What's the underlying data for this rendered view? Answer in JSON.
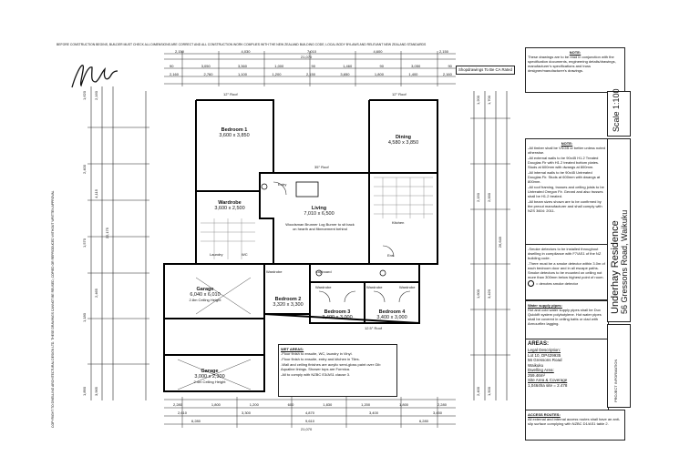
{
  "header_text": "BEFORE CONSTRUCTION BEGINS, BUILDER MUST CHECK ALL DIMENSIONS ARE CORRECT AND ALL CONSTRUCTION WORK COMPLIES WITH THE NEW ZEALAND BUILDING CODE, LOCAL BODY BYLAWS AND RELEVANT NEW ZEALAND STANDARDS",
  "left_copyright_text": "COPYRIGHT TO DWELLING ARCHITECTURAL DESIGN LTD. THESE DRAWINGS CANNOT BE REUSED, COPIED OR REPRODUCED WITHOUT WRITTEN APPROVAL",
  "signature_text": "Wall",
  "shop_drawing_text": "Shopdrawings To Be CA Rated",
  "notes_top": {
    "title": "NOTE:",
    "text": "These drawings are to be read in conjunction with the specification documents, engineering details/drawings, manufacturer's specifications and truss designer/manufacturer's drawings."
  },
  "scale_text": "Scale 1:100",
  "title_block": {
    "project": "Underhay Residence",
    "address": "56 Gressons Road, Waikuku",
    "info_label": "PROJECT INFORMATION"
  },
  "notes_main": {
    "title": "NOTE:",
    "items": [
      "-All timber shall be VSGB or better unless noted otherwise.",
      "-All external walls to be 90x45 H1.2 Treated Douglas Fir with H1.2 treated bottom plates. Studs at 600mm with dwangs at 800mm.",
      "-All internal walls to be 90x45 Untreated Douglas Fir. Studs at 600mm with dwangs at 800mm.",
      "-All roof framing, trusses and ceiling joists to be Untreated Oregon Fir. Gerard and also trusses shall be H1.2 treated.",
      "-All beam sizes shown are to be confirmed by the precut manufacturer and shall comply with NZS 3604: 2011."
    ]
  },
  "notes_smoke": {
    "items": [
      "-Smoke detectors to be installed throughout dwelling in compliance with F7/AS1 of the NZ building code.",
      "-There must be a smoke detector within 3.0m of each bedroom door and in all escape paths. Smoke detectors to be mounted on ceiling not more than 300mm below highest point of room."
    ],
    "legend": "= denotes smoke detector"
  },
  "water_supply": {
    "title": "Water supply pipes:",
    "text": "Hot and cold water supply pipes shall be Dux Quickfit system polybutylene. Hot water pipes shall be covered in ceiling batts or clad with Armourflex lagging."
  },
  "areas": {
    "title": "AREAS:",
    "legal_title": "Legal Description:",
    "legal_lines": [
      "Lot 10, DP429935",
      "56 Gressons Road",
      "Waikuku"
    ],
    "dwelling_title": "Dwelling Area:",
    "dwelling_value": "259.46m²",
    "site_title": "Site Area & Coverage",
    "site_value": "1,0464ha site = 2.478"
  },
  "wet_areas": {
    "title": "WET AREAS:",
    "items": [
      "-Floor finish to ensuite, WC, laundry in Vinyl.",
      "-Floor finish to ensuite, entry and kitchen in Tiles.",
      "-Wall and ceiling finishes are acrylic semi-gloss paint over Gib Aqualine linings. Shower tops are Formica.",
      "-All to comply with NZBC E3/AS1 clause 3."
    ]
  },
  "access_routes": {
    "title": "ACCESS ROUTES:",
    "text": "All external and internal access routes shall have an anti-slip surface complying with NZBC D1/AS1 table 2."
  },
  "rooms": {
    "bedroom1": {
      "name": "Bedroom 1",
      "dims": "3,600 x 3,850"
    },
    "dining": {
      "name": "Dining",
      "dims": "4,580 x 3,850"
    },
    "wardrobe": {
      "name": "Wardrobe",
      "dims": "3,600 x 2,500"
    },
    "living": {
      "name": "Living",
      "dims": "7,010 x 6,500"
    },
    "woodsman": "Woodsman Brunner Log Burner to sit back on hearth and fibrecement behind",
    "garage": {
      "name": "Garage",
      "dims": "6,040 x 6,010",
      "sub": "2.8m Ceiling Height"
    },
    "garage2": {
      "name": "Garage",
      "dims": "3,000 x 2,300",
      "sub": "2.4m Ceiling Height"
    },
    "bedroom2": {
      "name": "Bedroom 2",
      "dims": "3,320 x 3,300"
    },
    "bedroom3": {
      "name": "Bedroom 3",
      "dims": "3,400 x 3,000"
    },
    "bedroom4": {
      "name": "Bedroom 4",
      "dims": "3,400 x 3,000"
    },
    "roof_labels": [
      "12° Roof",
      "12° Roof",
      "35° Roof",
      "12.5° Roof"
    ],
    "small_labels": [
      "Cupboard",
      "Wardrobe",
      "Wardrobe",
      "Wardrobe",
      "Wardrobe",
      "Entry",
      "Laundry",
      "WC",
      "Ens",
      "Kitchen"
    ]
  },
  "dims": {
    "top_row1": [
      "2,150",
      "4,030",
      "7,010",
      "4,600",
      "2,150"
    ],
    "top_row2": [
      "90",
      "3,050",
      "3,360",
      "1,000",
      "90",
      "1,460",
      "90",
      "3,050",
      "90"
    ],
    "top_row3": [
      "2,160",
      "2,760",
      "1,100",
      "1,200",
      "2,150",
      "3,650",
      "1,800",
      "1,400",
      "2,160"
    ],
    "top_total": "21,070",
    "bottom_row1": [
      "2,280",
      "1,800",
      "1,200",
      "600",
      "1,830",
      "1,200",
      "1,800",
      "2,280"
    ],
    "bottom_row2": [
      "2,610",
      "3,300",
      "4,870",
      "3,400",
      "3,450"
    ],
    "bottom_row3": [
      "6,280",
      "9,610",
      "6,280"
    ],
    "bottom_total": "21,070",
    "left_vals": [
      "1,620",
      "2,400",
      "1,570",
      "1,180",
      "1,890",
      "2,160",
      "4,115",
      "2,465",
      "3,965",
      "22,175"
    ],
    "right_vals": [
      "1,200",
      "2,150",
      "1,600",
      "2,400",
      "1,700",
      "2,000",
      "3,420",
      "1,500",
      "26,649"
    ]
  }
}
